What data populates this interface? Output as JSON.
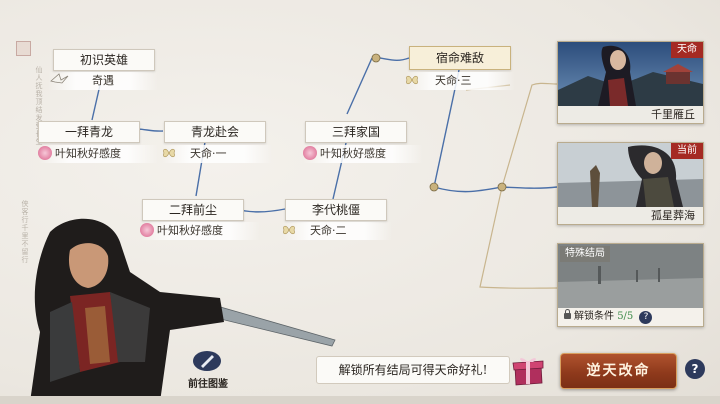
{
  "nodes": {
    "first_meet": {
      "title": "初识英雄",
      "sub": "奇遇"
    },
    "first_oath": {
      "title": "一拜青龙",
      "sub": "叶知秋好感度"
    },
    "qinglong": {
      "title": "青龙赴会",
      "sub": "天命·一"
    },
    "second_oath": {
      "title": "二拜前尘",
      "sub": "叶知秋好感度"
    },
    "lidai": {
      "title": "李代桃僵",
      "sub": "天命·二"
    },
    "third_oath": {
      "title": "三拜家国",
      "sub": "叶知秋好感度"
    },
    "nemesis": {
      "title": "宿命难敌",
      "sub": "天命·三"
    }
  },
  "endings": [
    {
      "name": "千里雁丘",
      "badge": "天命"
    },
    {
      "name": "孤星葬海",
      "badge": "当前"
    }
  ],
  "special": {
    "tag": "特殊结局",
    "cond_label": "解锁条件",
    "cond_count": "5/5",
    "help": "?"
  },
  "footer": {
    "hint": "解锁所有结局可得天命好礼!",
    "defy_button": "逆天改命",
    "help": "?",
    "gallery_label": "前往图鉴"
  },
  "colors": {
    "accent_red": "#a52a23",
    "button_brown": "#8f3a1c",
    "line_blue": "#4a6fa8",
    "gold": "#c9b27d"
  },
  "icons": {
    "affection": "pink-flower-icon",
    "fate": "butterfly-icon",
    "encounter": "paper-crane-icon",
    "gallery": "book-quill-icon",
    "gift": "gift-box-icon"
  }
}
